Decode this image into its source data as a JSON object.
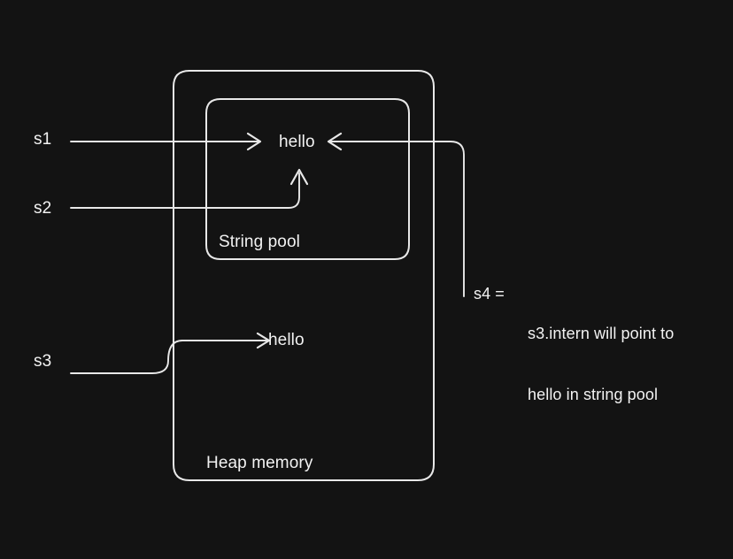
{
  "diagram": {
    "title": "Java String pool and Heap memory reference diagram",
    "background_color": "#131313",
    "stroke_color": "#e8e8e8",
    "text_color": "#f2f2f2"
  },
  "containers": {
    "outer": {
      "label": "Heap memory"
    },
    "inner": {
      "label": "String pool"
    }
  },
  "values": {
    "pool_string": "hello",
    "heap_string": "hello"
  },
  "references": [
    {
      "name": "s1",
      "label": "s1",
      "target": "pool_string"
    },
    {
      "name": "s2",
      "label": "s2",
      "target": "pool_string"
    },
    {
      "name": "s3",
      "label": "s3",
      "target": "heap_string"
    },
    {
      "name": "s4",
      "label": "s4 =",
      "target": "pool_string"
    }
  ],
  "annotation": {
    "prefix": "s4 =",
    "line1": "s3.intern will point to",
    "line2": "hello in string pool"
  }
}
